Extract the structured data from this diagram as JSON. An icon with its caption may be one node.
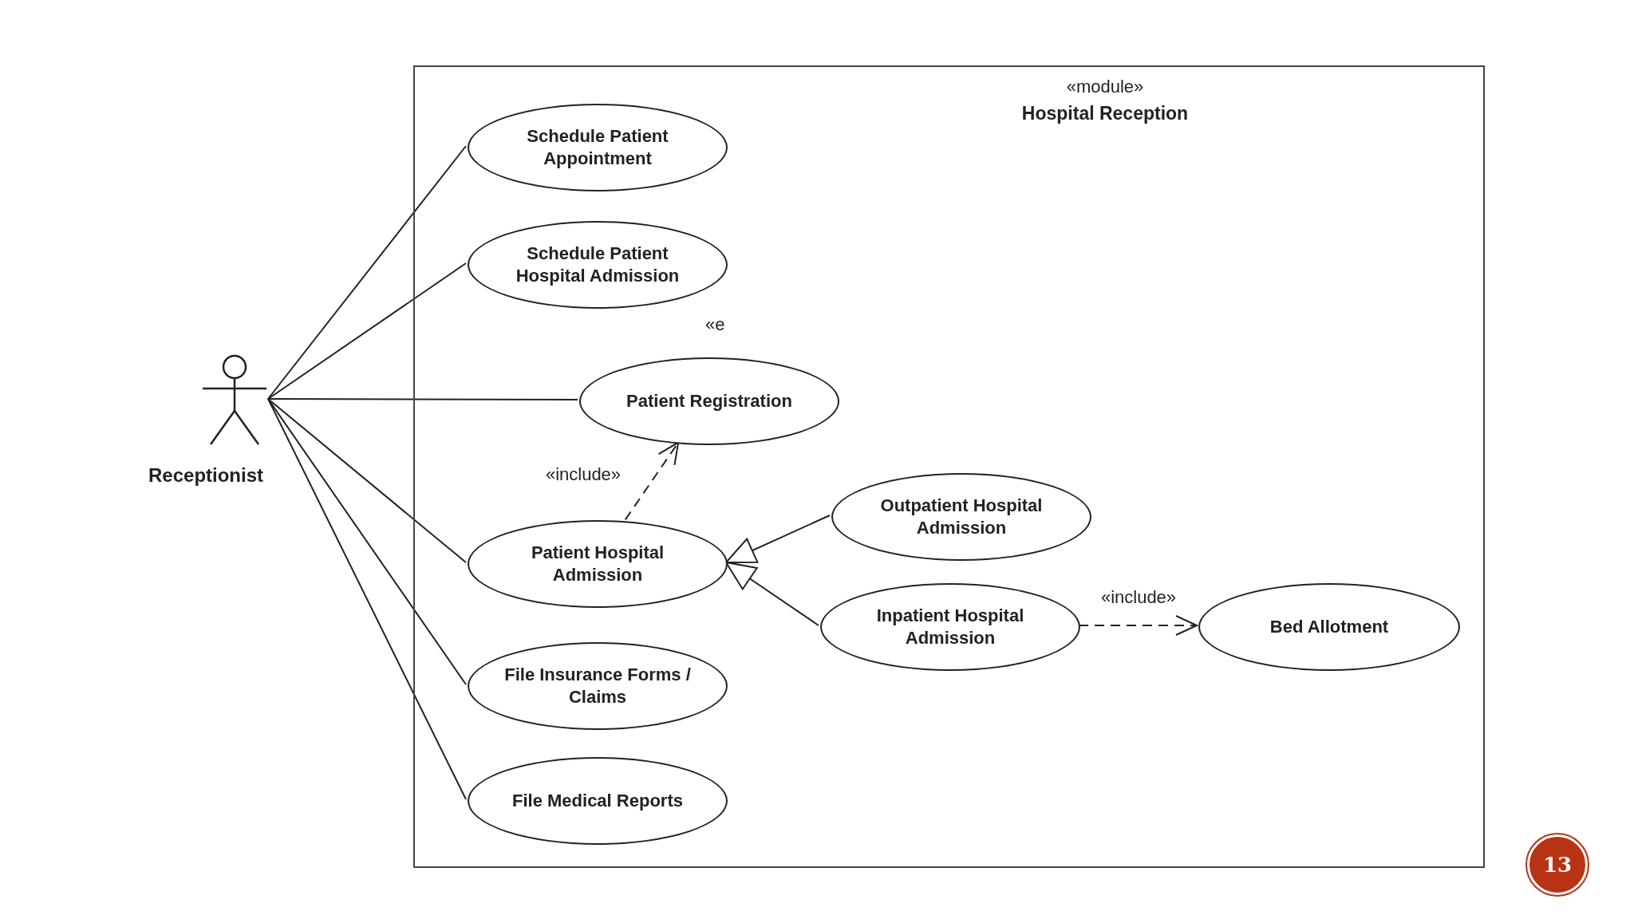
{
  "diagram": {
    "nodes": [
      {
        "text": [
          "«module»",
          "Hospital Reception"
        ]
      },
      {
        "text": [],
        "shape": "person",
        "beside": [
          "Receptionist"
        ]
      },
      {
        "text": [
          "Schedule Patient Appointment"
        ],
        "in": 0
      },
      {
        "text": [
          "Schedule Patient Hospital Admission"
        ],
        "in": 0
      },
      {
        "text": [
          "Patient Registration"
        ],
        "in": 0
      },
      {
        "text": [
          "Patient Hospital Admission"
        ],
        "in": 0
      },
      {
        "text": [
          "Outpatient Hospital Admission"
        ],
        "in": 0
      },
      {
        "text": [
          "Inpatient Hospital Admission"
        ],
        "in": 0
      },
      {
        "text": [
          "Bed Allotment"
        ],
        "in": 0
      },
      {
        "text": [
          "File Insurance Forms / Claims"
        ],
        "in": 0
      },
      {
        "text": [
          "File Medical Reports"
        ],
        "in": 0
      },
      {
        "text": [
          "13"
        ]
      }
    ],
    "edges": [
      {
        "from": 1,
        "to": 2,
        "arrow": "none"
      },
      {
        "from": 1,
        "to": 3,
        "arrow": "none"
      },
      {
        "from": 1,
        "to": 4,
        "arrow": "none"
      },
      {
        "from": 1,
        "to": 5,
        "arrow": "none"
      },
      {
        "from": 1,
        "to": 9,
        "arrow": "none"
      },
      {
        "from": 1,
        "to": 10,
        "arrow": "none"
      },
      {
        "from": 5,
        "to": 4,
        "arrow": "to",
        "style": "dashed",
        "label": "«include»"
      },
      {
        "from": 6,
        "to": 5,
        "arrow": "to"
      },
      {
        "from": 7,
        "to": 5,
        "arrow": "to"
      },
      {
        "from": 7,
        "to": 8,
        "arrow": "to",
        "style": "dashed",
        "label": "«include»"
      }
    ],
    "labels": [
      "«e"
    ]
  }
}
